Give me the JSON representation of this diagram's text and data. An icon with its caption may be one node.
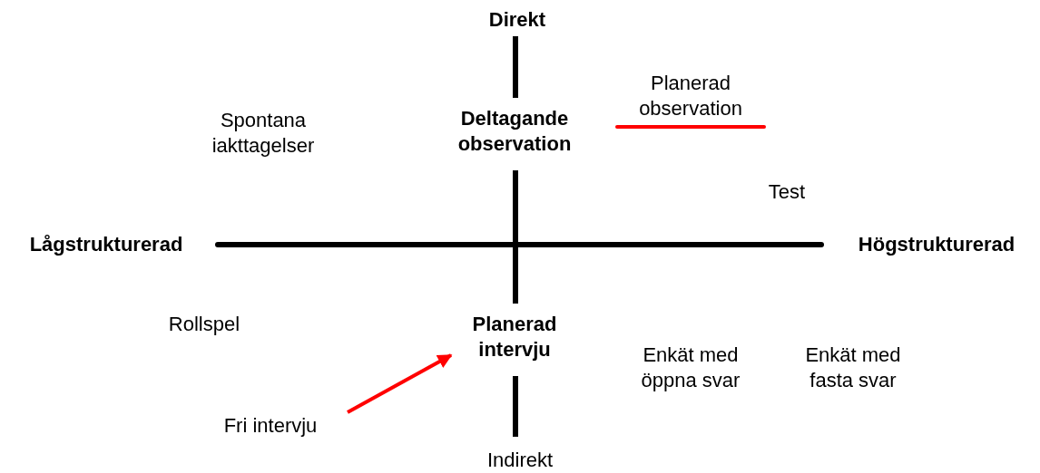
{
  "diagram": {
    "nodes": [
      {
        "text": [
          "Planerad intervju"
        ]
      },
      {
        "text": [
          "Fri intervju"
        ]
      }
    ],
    "edges": [
      {
        "from": 1,
        "to": 0,
        "arrow": "to",
        "color": "#ff0000"
      }
    ],
    "labels": [
      "Direkt",
      "Planerad observation",
      "Spontana iakttagelser",
      "Deltagande observation",
      "Test",
      "Lågstrukturerad",
      "Högstrukturerad",
      "Rollspel",
      "Enkät med öppna svar",
      "Enkät med fasta svar",
      "Indirekt"
    ]
  }
}
